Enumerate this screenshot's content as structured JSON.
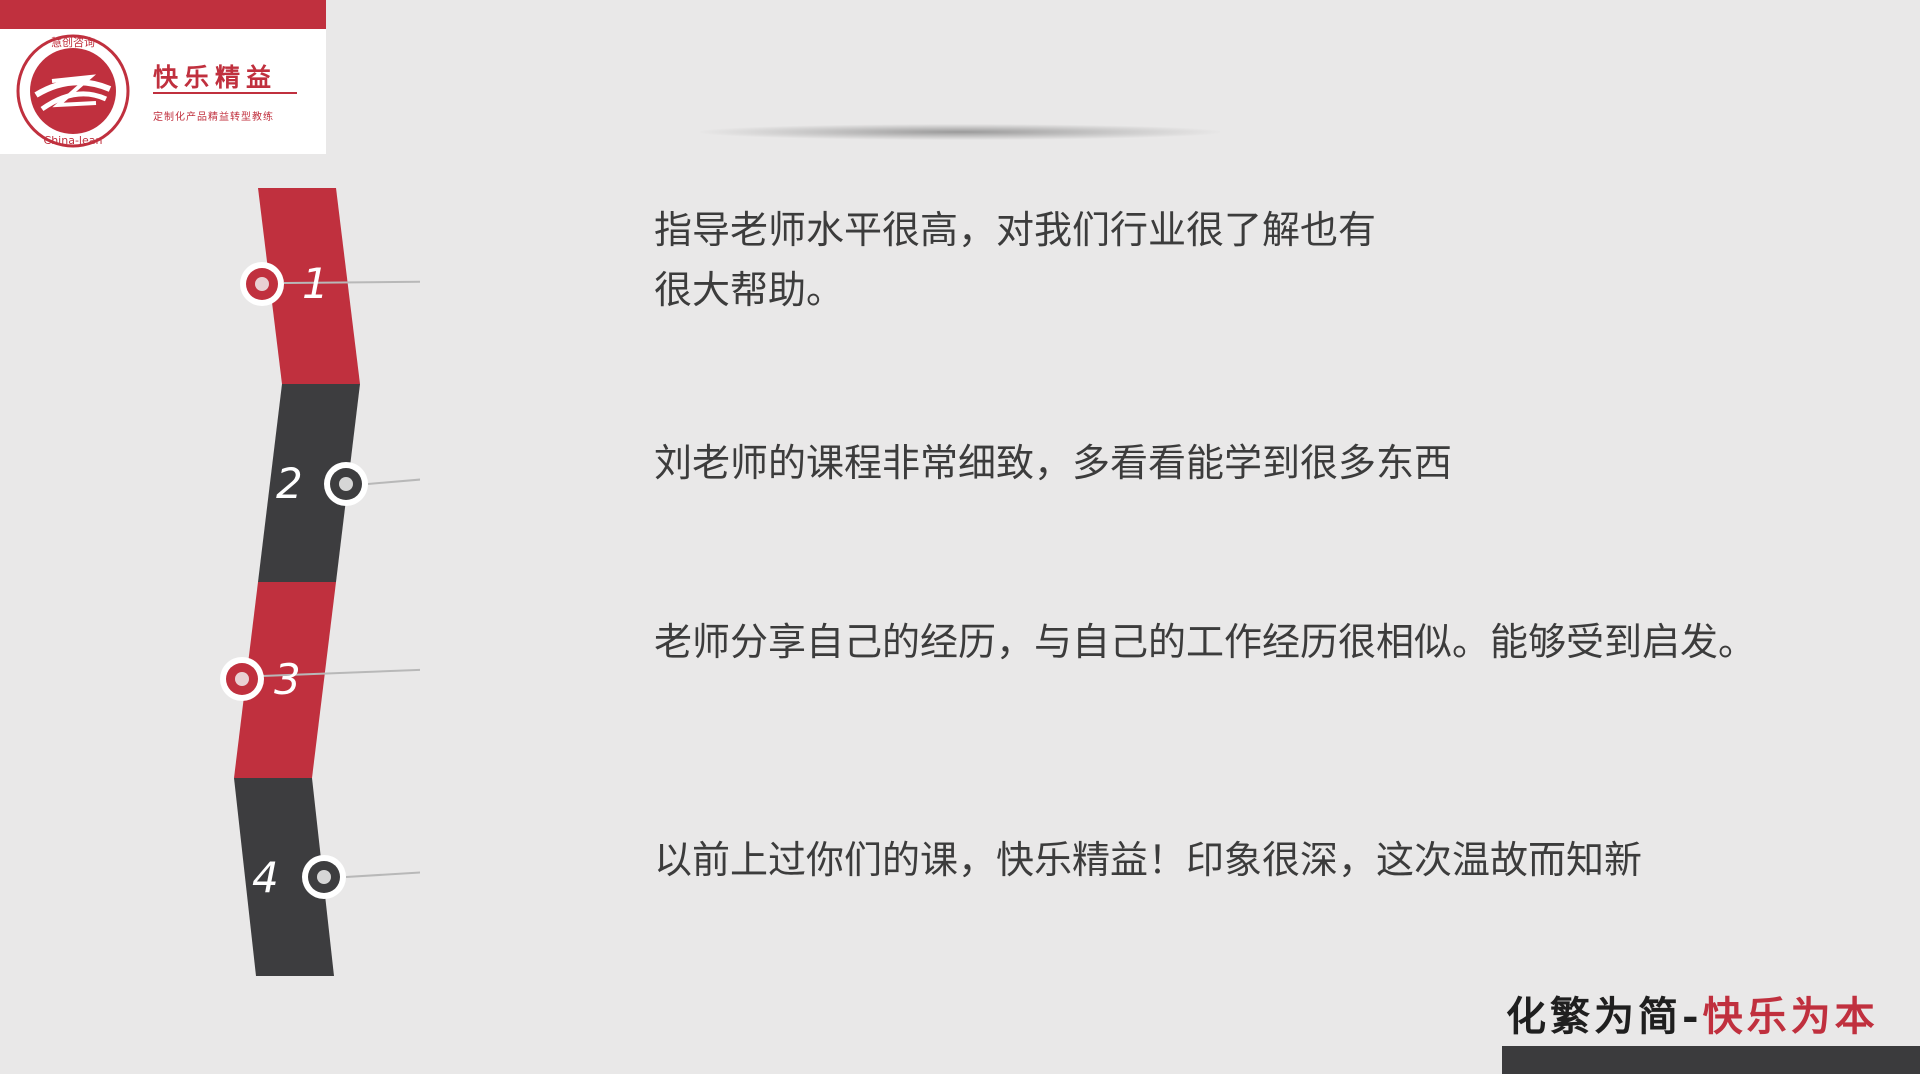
{
  "brand": {
    "seal_text_top": "慧创咨询",
    "seal_text_bottom": "China-lean",
    "name": "快乐精益",
    "slogan": "定制化产品精益转型教练"
  },
  "colors": {
    "accent_red": "#c0303e",
    "dark_gray": "#3d3d3f",
    "background": "#e9e8e8",
    "text": "#3c3c3c"
  },
  "items": [
    {
      "number": "1",
      "text_line1": "指导老师水平很高，对我们行业很了解也有",
      "text_line2": "很大帮助。"
    },
    {
      "number": "2",
      "text_line1": "刘老师的课程非常细致，多看看能学到很多东西",
      "text_line2": ""
    },
    {
      "number": "3",
      "text_line1": "老师分享自己的经历，与自己的工作经历很相似。能够受到启发。",
      "text_line2": ""
    },
    {
      "number": "4",
      "text_line1": "以前上过你们的课，快乐精益！印象很深，这次温故而知新",
      "text_line2": ""
    }
  ],
  "motto": {
    "dark_part": "化繁为简",
    "separator": "-",
    "red_part": "快乐为本"
  }
}
